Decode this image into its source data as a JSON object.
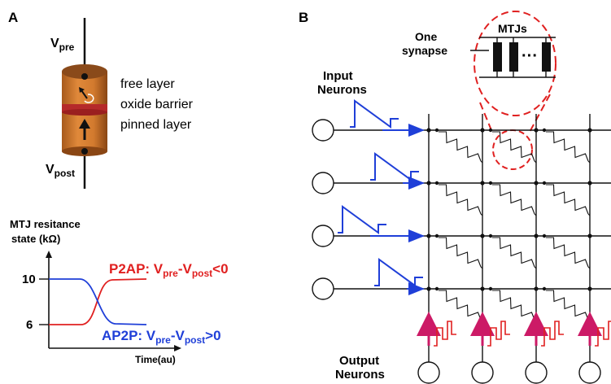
{
  "panel_a": {
    "label": "A",
    "device": {
      "v_pre": "V",
      "v_pre_sub": "pre",
      "v_post": "V",
      "v_post_sub": "post",
      "layers": [
        "free layer",
        "oxide barrier",
        "pinned layer"
      ]
    },
    "plot": {
      "ylabel_line1": "MTJ resitance",
      "ylabel_line2": "state (kΩ)",
      "xlabel": "Time(au)",
      "yticks": [
        "10",
        "6"
      ],
      "p2ap": {
        "label": "P2AP: V",
        "sub1": "pre",
        "mid": "-V",
        "sub2": "post",
        "tail": "<0",
        "color": "#e02020"
      },
      "ap2p": {
        "label": "AP2P: V",
        "sub1": "pre",
        "mid": "-V",
        "sub2": "post",
        "tail": ">0",
        "color": "#1f3fd8"
      }
    }
  },
  "panel_b": {
    "label": "B",
    "synapse_line1": "One",
    "synapse_line2": "synapse",
    "mtjs_label": "MTJs",
    "dots_label": "···",
    "input_line1": "Input",
    "input_line2": "Neurons",
    "output_line1": "Output",
    "output_line2": "Neurons",
    "colors": {
      "pulse": "#1f3fd8",
      "spike": "#e02020",
      "arrow": "#cc1a66",
      "highlight": "#e02020"
    }
  }
}
